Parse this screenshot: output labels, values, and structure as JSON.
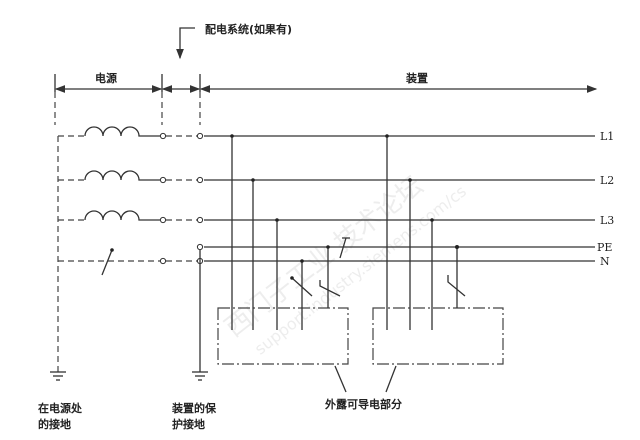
{
  "labels": {
    "distribution_system": "配电系统(如果有)",
    "source": "电源",
    "installation": "装置",
    "exposed_parts": "外露可导电部分",
    "source_earthing_1": "在电源处",
    "source_earthing_2": "的接地",
    "protective_earthing_1": "装置的保",
    "protective_earthing_2": "护接地"
  },
  "conductors": [
    "L1",
    "L2",
    "L3",
    "N",
    "PE"
  ],
  "watermark": {
    "text": "西门子工业 技术论坛",
    "url": "support.industry.siemens.com/cs"
  }
}
